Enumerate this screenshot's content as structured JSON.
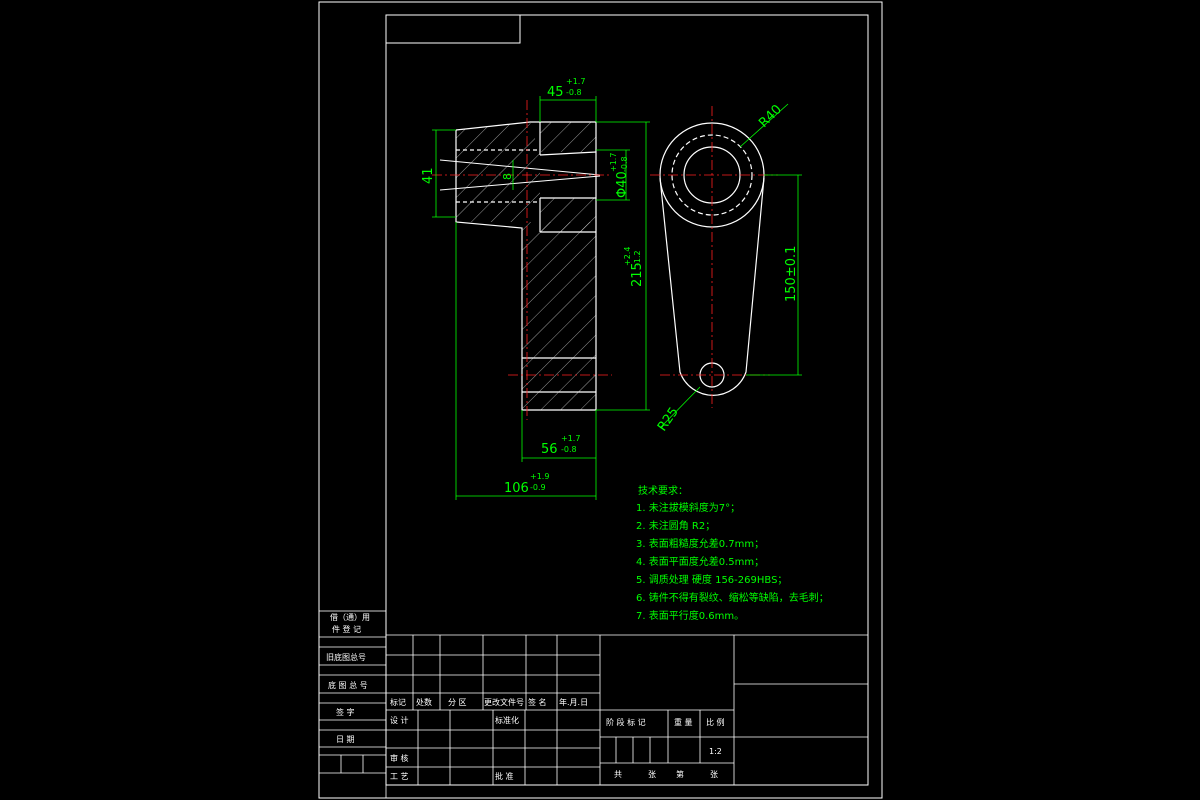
{
  "dimensions": {
    "top_width": "45",
    "top_width_tol_upper": "+1.7",
    "top_width_tol_lower": "-0.8",
    "bore_dia": "Φ40",
    "bore_tol_upper": "+1.7",
    "bore_tol_lower": "-0.8",
    "height": "215",
    "height_tol_upper": "+2.4",
    "height_tol_lower": "-1.2",
    "left_height": "41",
    "inner_small": "8",
    "lower_width": "56",
    "lower_width_tol_upper": "+1.7",
    "lower_width_tol_lower": "-0.8",
    "total_width": "106",
    "total_width_tol_upper": "+1.9",
    "total_width_tol_lower": "-0.9",
    "radius_large": "R40",
    "radius_small": "R25",
    "center_distance": "150±0.1"
  },
  "notes": {
    "title": "技术要求：",
    "items": [
      "1. 未注拔模斜度为7°；",
      "2. 未注圆角 R2；",
      "3. 表面粗糙度允差0.7mm；",
      "4. 表面平面度允差0.5mm；",
      "5. 调质处理 硬度 156-269HBS；",
      "6. 铸件不得有裂纹、缩松等缺陷，去毛刺；",
      "7. 表面平行度0.6mm。"
    ]
  },
  "title_block": {
    "left_col": [
      "借（通）用",
      "件 登 记",
      "旧底图总号",
      "底 图 总 号",
      "签    字",
      "日    期"
    ],
    "bottom_left": [
      "标记",
      "处数",
      "分 区",
      "更改文件号",
      "签 名",
      "年.月.日"
    ],
    "rows": [
      "设 计",
      "标准化",
      "审 核",
      "工 艺",
      "批 准"
    ],
    "stage_header": [
      "阶 段 标 记",
      "重 量",
      "比 例"
    ],
    "scale": "1:2",
    "sheet": [
      "共",
      "张",
      "第",
      "张"
    ]
  }
}
